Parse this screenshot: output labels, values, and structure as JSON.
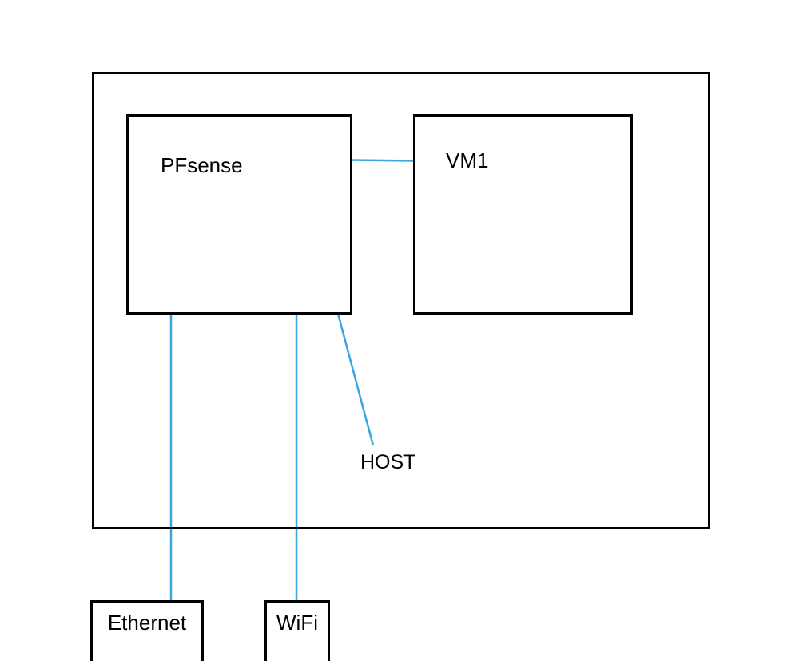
{
  "diagram": {
    "background_color": "#ffffff",
    "shape_border_color": "#000000",
    "connector_color": "#3aa5e0",
    "nodes": {
      "pfsense": {
        "label": "PFsense"
      },
      "vm1": {
        "label": "VM1"
      },
      "host": {
        "label": "HOST"
      },
      "ethernet": {
        "label": "Ethernet"
      },
      "wifi": {
        "label": "WiFi"
      }
    },
    "connections": [
      {
        "from": "PFsense",
        "to": "VM1"
      },
      {
        "from": "PFsense",
        "to": "Ethernet"
      },
      {
        "from": "PFsense",
        "to": "WiFi"
      },
      {
        "from": "PFsense",
        "to": "HOST"
      }
    ]
  }
}
